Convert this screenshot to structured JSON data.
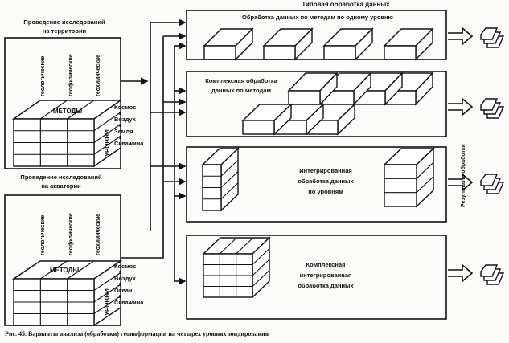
{
  "header": "Типовая обработка данных",
  "left_top": {
    "title": [
      "Проведение исследований",
      "на территории"
    ],
    "methods": [
      "геологические",
      "геофизические",
      "геохимические"
    ],
    "cube_top": "МЕТОДЫ",
    "cube_side": "УРОВНИ",
    "levels": [
      "Космос",
      "Воздух",
      "Земля",
      "Скважина"
    ]
  },
  "left_bottom": {
    "title": [
      "Проведение исследований",
      "на акватории"
    ],
    "methods": [
      "геологические",
      "геофизические",
      "геохимические"
    ],
    "cube_top": "МЕТОДЫ",
    "cube_side": "УРОВНИ",
    "levels": [
      "Космос",
      "Воздух",
      "Океан",
      "Скважина"
    ]
  },
  "boxes": [
    {
      "title": [
        "Обработка данных по методам  по одному уровню"
      ]
    },
    {
      "title": [
        "Комплексная обработка",
        "данных по методам"
      ]
    },
    {
      "title": [
        "Интегрированная",
        "обработка данных",
        "по уровням"
      ]
    },
    {
      "title": [
        "Комплексная",
        "интегрированная",
        "обработка данных"
      ]
    }
  ],
  "results_label": "Результаты обработки",
  "caption": "Рис. 45. Варианты анализа (обработки) геоинформации на четырех уровнях зондирования",
  "icons": [
    "hollow-arrow-icon",
    "document-stack-icon"
  ]
}
